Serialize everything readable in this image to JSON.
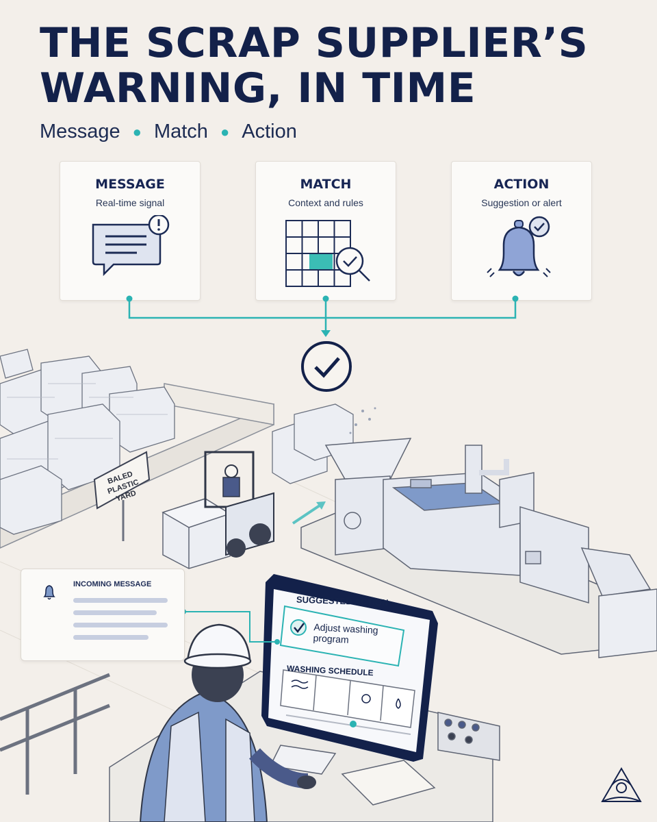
{
  "title": {
    "line1": "THE SCRAP SUPPLIER’S",
    "line2": "WARNING, IN TIME"
  },
  "subtitle": {
    "items": [
      "Message",
      "Match",
      "Action"
    ]
  },
  "cards": [
    {
      "title": "MESSAGE",
      "subtitle": "Real-time signal",
      "icon": "chat-alert-icon"
    },
    {
      "title": "MATCH",
      "subtitle": "Context and rules",
      "icon": "grid-magnifier-icon"
    },
    {
      "title": "ACTION",
      "subtitle": "Suggestion or alert",
      "icon": "bell-check-icon"
    }
  ],
  "scene": {
    "sign": {
      "line1": "BALED PLASTIC",
      "line2": "YARD"
    },
    "incoming": {
      "heading": "INCOMING MESSAGE"
    },
    "screen": {
      "title": "SUGGESTED ACTION",
      "suggestion": "Adjust washing program",
      "schedule_title": "WASHING SCHEDULE"
    }
  },
  "colors": {
    "navy": "#13214a",
    "teal": "#2bb3b3",
    "background": "#f3efea"
  }
}
